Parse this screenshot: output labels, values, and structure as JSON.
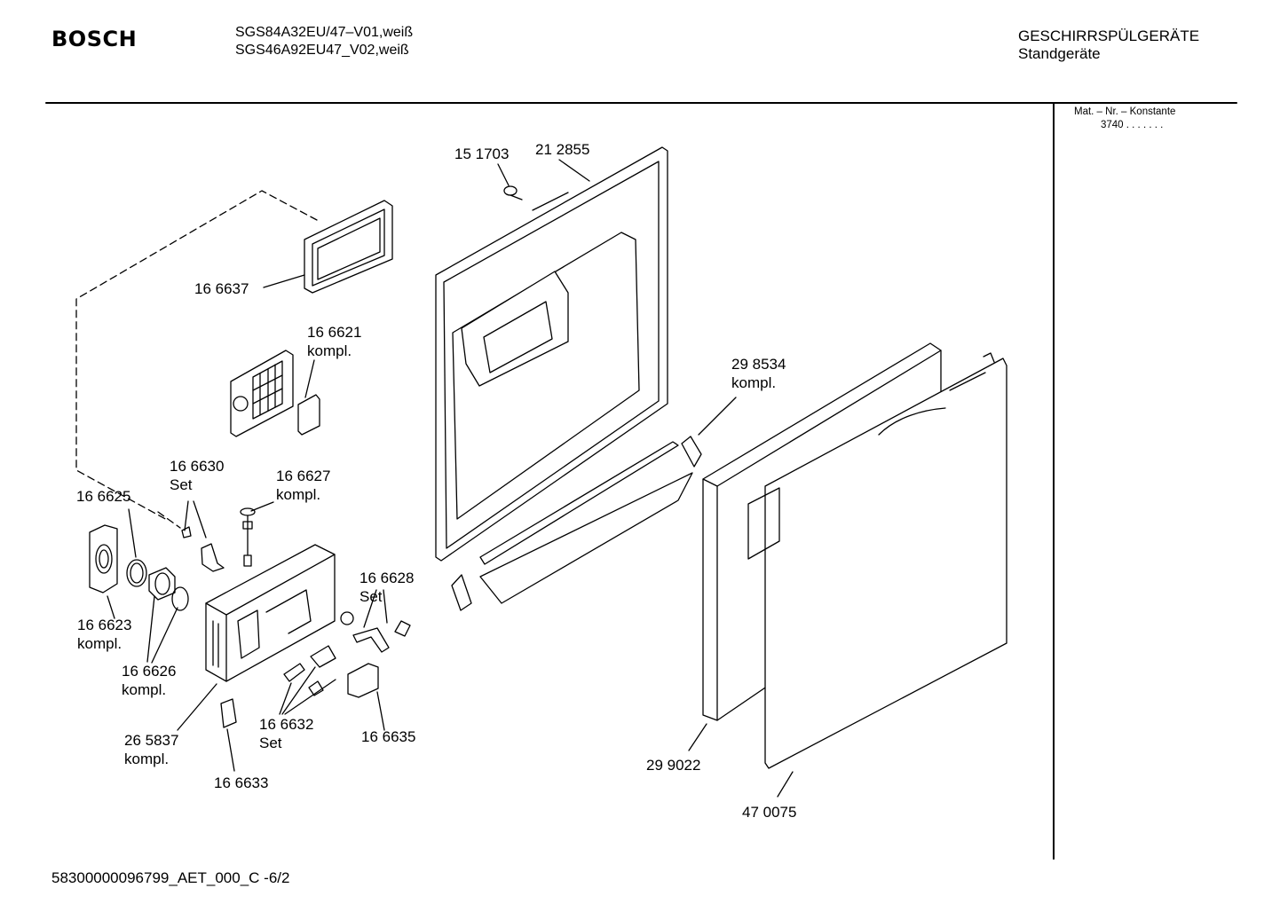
{
  "header": {
    "brand": "BOSCH",
    "models": [
      "SGS84A32EU/47–V01,weiß",
      "SGS46A92EU47_V02,weiß"
    ],
    "category": "GESCHIRRSPÜLGERÄTE",
    "subcategory": "Standgeräte"
  },
  "side_panel": {
    "title": "Mat. – Nr. – Konstante",
    "value": "3740 . . . . . . ."
  },
  "parts": [
    {
      "number": "15 1703",
      "note": ""
    },
    {
      "number": "21 2855",
      "note": ""
    },
    {
      "number": "16 6637",
      "note": ""
    },
    {
      "number": "16 6621",
      "note": "kompl."
    },
    {
      "number": "29 8534",
      "note": "kompl."
    },
    {
      "number": "16 6630",
      "note": "Set"
    },
    {
      "number": "16 6627",
      "note": "kompl."
    },
    {
      "number": "16 6625",
      "note": ""
    },
    {
      "number": "16 6623",
      "note": "kompl."
    },
    {
      "number": "16 6626",
      "note": "kompl."
    },
    {
      "number": "16 6628",
      "note": "Set"
    },
    {
      "number": "16 6632",
      "note": "Set"
    },
    {
      "number": "16 6635",
      "note": ""
    },
    {
      "number": "26 5837",
      "note": "kompl."
    },
    {
      "number": "16 6633",
      "note": ""
    },
    {
      "number": "29 9022",
      "note": ""
    },
    {
      "number": "47 0075",
      "note": ""
    }
  ],
  "footer": {
    "code": "58300000096799_AET_000_C   -6/2"
  }
}
